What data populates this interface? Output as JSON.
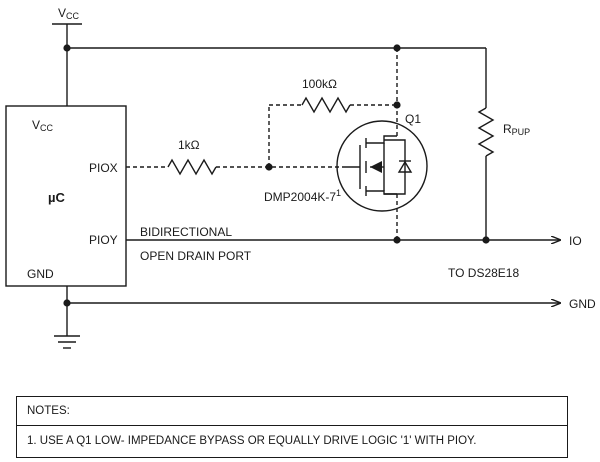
{
  "diagram": {
    "supply_main": "V",
    "supply_sub": "CC",
    "mcu_vcc_main": "V",
    "mcu_vcc_sub": "CC",
    "mcu_label": "µC",
    "pin_piox": "PIOX",
    "pin_pioy": "PIOY",
    "pin_gnd": "GND",
    "r_series": "1kΩ",
    "r_bypass": "100kΩ",
    "q1_label": "Q1",
    "q1_part": "DMP2004K-7",
    "q1_footnote": "1",
    "rpup_main": "R",
    "rpup_sub": "PUP",
    "port_line1": "BIDIRECTIONAL",
    "port_line2": "OPEN DRAIN PORT",
    "io_label": "IO",
    "gnd_label": "GND",
    "target_label": "TO DS28E18"
  },
  "notes": {
    "title": "NOTES:",
    "items": [
      "1. USE A Q1 LOW- IMPEDANCE BYPASS OR EQUALLY DRIVE LOGIC '1' WITH PIOY."
    ]
  }
}
